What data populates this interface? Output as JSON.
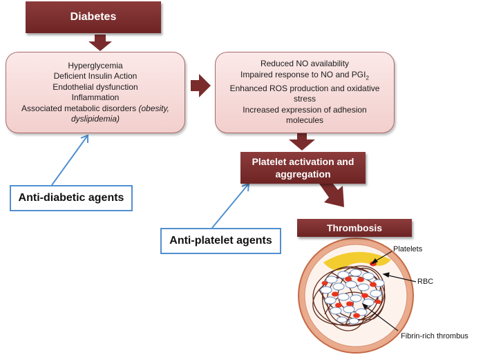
{
  "diabetes": {
    "title": "Diabetes"
  },
  "left_box": {
    "line1": "Hyperglycemia",
    "line2": "Deficient Insulin Action",
    "line3": "Endothelial dysfunction",
    "line4": "Inflammation",
    "line5_plain": "Associated metabolic disorders ",
    "line5_italic": "(obesity,",
    "line6_italic": "dyslipidemia)"
  },
  "right_box": {
    "line1": "Reduced NO availability",
    "line2_pre": "Impaired response to NO and PGI",
    "line2_sub": "2",
    "line3": "Enhanced ROS production and oxidative",
    "line4": "stress",
    "line5": "Increased expression of adhesion",
    "line6": "molecules"
  },
  "platelet": {
    "line1": "Platelet activation and",
    "line2": "aggregation"
  },
  "thrombosis": {
    "title": "Thrombosis"
  },
  "agents": {
    "anti_diabetic": "Anti-diabetic agents",
    "anti_platelet": "Anti-platelet agents"
  },
  "labels": {
    "platelets": "Platelets",
    "rbc": "RBC",
    "fibrin": "Fibrin-rich thrombus"
  },
  "colors": {
    "dark_red": "#7a2c2c",
    "pink_fill": "#f7dcdb",
    "blue_border": "#4f8fcf",
    "rbc_red": "#e8341f",
    "vessel": "#d98e6e"
  }
}
